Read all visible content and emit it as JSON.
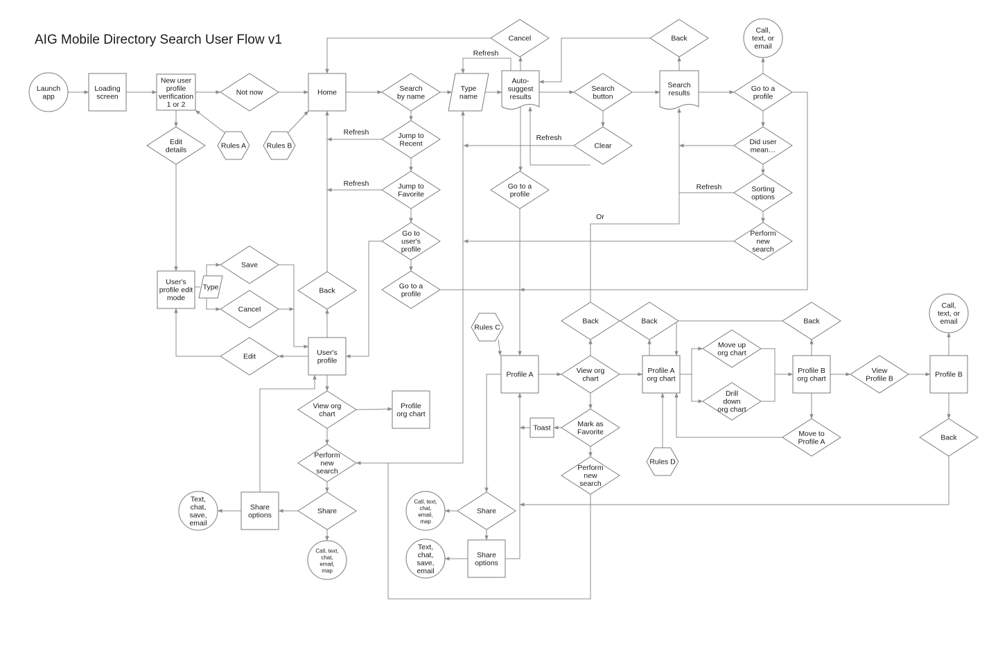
{
  "title": "AIG Mobile Directory Search User Flow v1",
  "nodes": {
    "launch": "Launch\napp",
    "loading": "Loading\nscreen",
    "verify": "New user\nprofile\nverification\n1 or 2",
    "notnow": "Not now",
    "home": "Home",
    "rulesA": "Rules A",
    "rulesB": "Rules B",
    "editdetails": "Edit\ndetails",
    "searchname": "Search\nby name",
    "typename": "Type\nname",
    "cancel_top": "Cancel",
    "autosuggest": "Auto-\nsuggest\nresults",
    "searchbtn": "Search\nbutton",
    "back_top": "Back",
    "searchresults": "Search\nresults",
    "goto_profile_top": "Go to a\nprofile",
    "call_top": "Call,\ntext, or\nemail",
    "jumprecent": "Jump to\nRecent",
    "clear": "Clear",
    "didmean": "Did user\nmean…",
    "jumpfav": "Jump to\nFavorite",
    "goto_profile_mid": "Go to a\nprofile",
    "sorting": "Sorting\noptions",
    "gotouser": "Go to\nuser's\nprofile",
    "perform_right": "Perform\nnew\nsearch",
    "save": "Save",
    "type_small": "Type",
    "editmode": "User's\nprofile edit\nmode",
    "cancel_mid": "Cancel",
    "back_mid": "Back",
    "goto_profile_low": "Go to a\nprofile",
    "edit": "Edit",
    "usersprofile": "User's\nprofile",
    "vieworg_left": "View org\nchart",
    "profileorg": "Profile\norg chart",
    "perform_left": "Perform\nnew\nsearch",
    "share_left": "Share",
    "shareopts_left": "Share\noptions",
    "textchat_left": "Text,\nchat,\nsave,\nemail",
    "callsmall_left": "Call, text,\nchat,\nemail,\nmap",
    "rulesC": "Rules C",
    "profileA": "Profile A",
    "back_pa": "Back",
    "vieworg_pa": "View org\nchart",
    "back_paorg": "Back",
    "paorg": "Profile A\norg chart",
    "moveup": "Move up\norg chart",
    "drilldown": "Drill\ndown\norg chart",
    "back_pb": "Back",
    "pborg": "Profile B\norg chart",
    "viewpb": "View\nProfile B",
    "profileB": "Profile B",
    "call_right": "Call,\ntext, or\nemail",
    "back_right": "Back",
    "toast": "Toast",
    "markfav": "Mark as\nFavorite",
    "perform_pa": "Perform\nnew\nsearch",
    "rulesD": "Rules D",
    "movetoA": "Move to\nProfile A",
    "share_pa": "Share",
    "callsmall_pa": "Call, text,\nchat,\nemail,\nmap",
    "shareopts_pa": "Share\noptions",
    "textchat_pa": "Text,\nchat,\nsave,\nemail"
  },
  "edge_labels": {
    "refresh_top": "Refresh",
    "refresh_recent": "Refresh",
    "refresh_fav": "Refresh",
    "refresh_clear": "Refresh",
    "refresh_sort": "Refresh",
    "or": "Or"
  }
}
